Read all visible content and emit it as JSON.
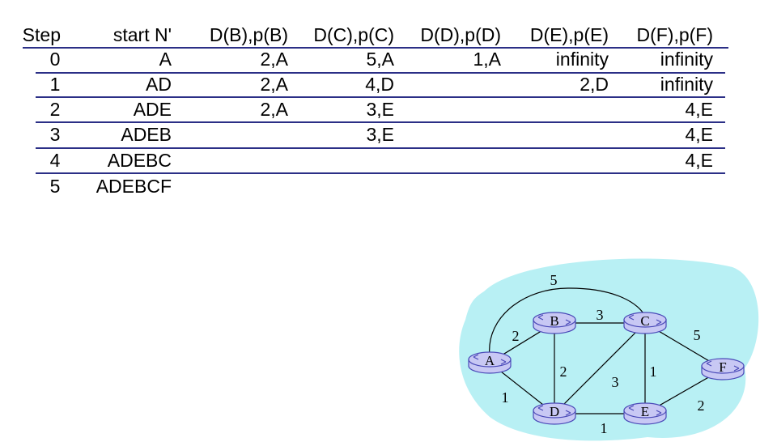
{
  "table": {
    "headers": [
      "Step",
      "start N'",
      "D(B),p(B)",
      "D(C),p(C)",
      "D(D),p(D)",
      "D(E),p(E)",
      "D(F),p(F)"
    ],
    "rows": [
      [
        "0",
        "A",
        "2,A",
        "5,A",
        "1,A",
        "infinity",
        "infinity"
      ],
      [
        "1",
        "AD",
        "2,A",
        "4,D",
        "",
        "2,D",
        "infinity"
      ],
      [
        "2",
        "ADE",
        "2,A",
        "3,E",
        "",
        "",
        "4,E"
      ],
      [
        "3",
        "ADEB",
        "",
        "3,E",
        "",
        "",
        "4,E"
      ],
      [
        "4",
        "ADEBC",
        "",
        "",
        "",
        "",
        "4,E"
      ],
      [
        "5",
        "ADEBCF",
        "",
        "",
        "",
        "",
        ""
      ]
    ]
  },
  "graph": {
    "nodes": [
      "A",
      "B",
      "C",
      "D",
      "E",
      "F"
    ],
    "edges": [
      {
        "from": "A",
        "to": "B",
        "cost": "2"
      },
      {
        "from": "A",
        "to": "C",
        "cost": "5"
      },
      {
        "from": "A",
        "to": "D",
        "cost": "1"
      },
      {
        "from": "B",
        "to": "C",
        "cost": "3"
      },
      {
        "from": "B",
        "to": "D",
        "cost": "2"
      },
      {
        "from": "C",
        "to": "D",
        "cost": "3"
      },
      {
        "from": "C",
        "to": "E",
        "cost": "1"
      },
      {
        "from": "C",
        "to": "F",
        "cost": "5"
      },
      {
        "from": "D",
        "to": "E",
        "cost": "1"
      },
      {
        "from": "E",
        "to": "F",
        "cost": "2"
      }
    ],
    "colors": {
      "cloud": "#b8f0f4",
      "router": "#c8c8f4",
      "router_stroke": "#4a4ab8",
      "line": "#000000"
    }
  }
}
